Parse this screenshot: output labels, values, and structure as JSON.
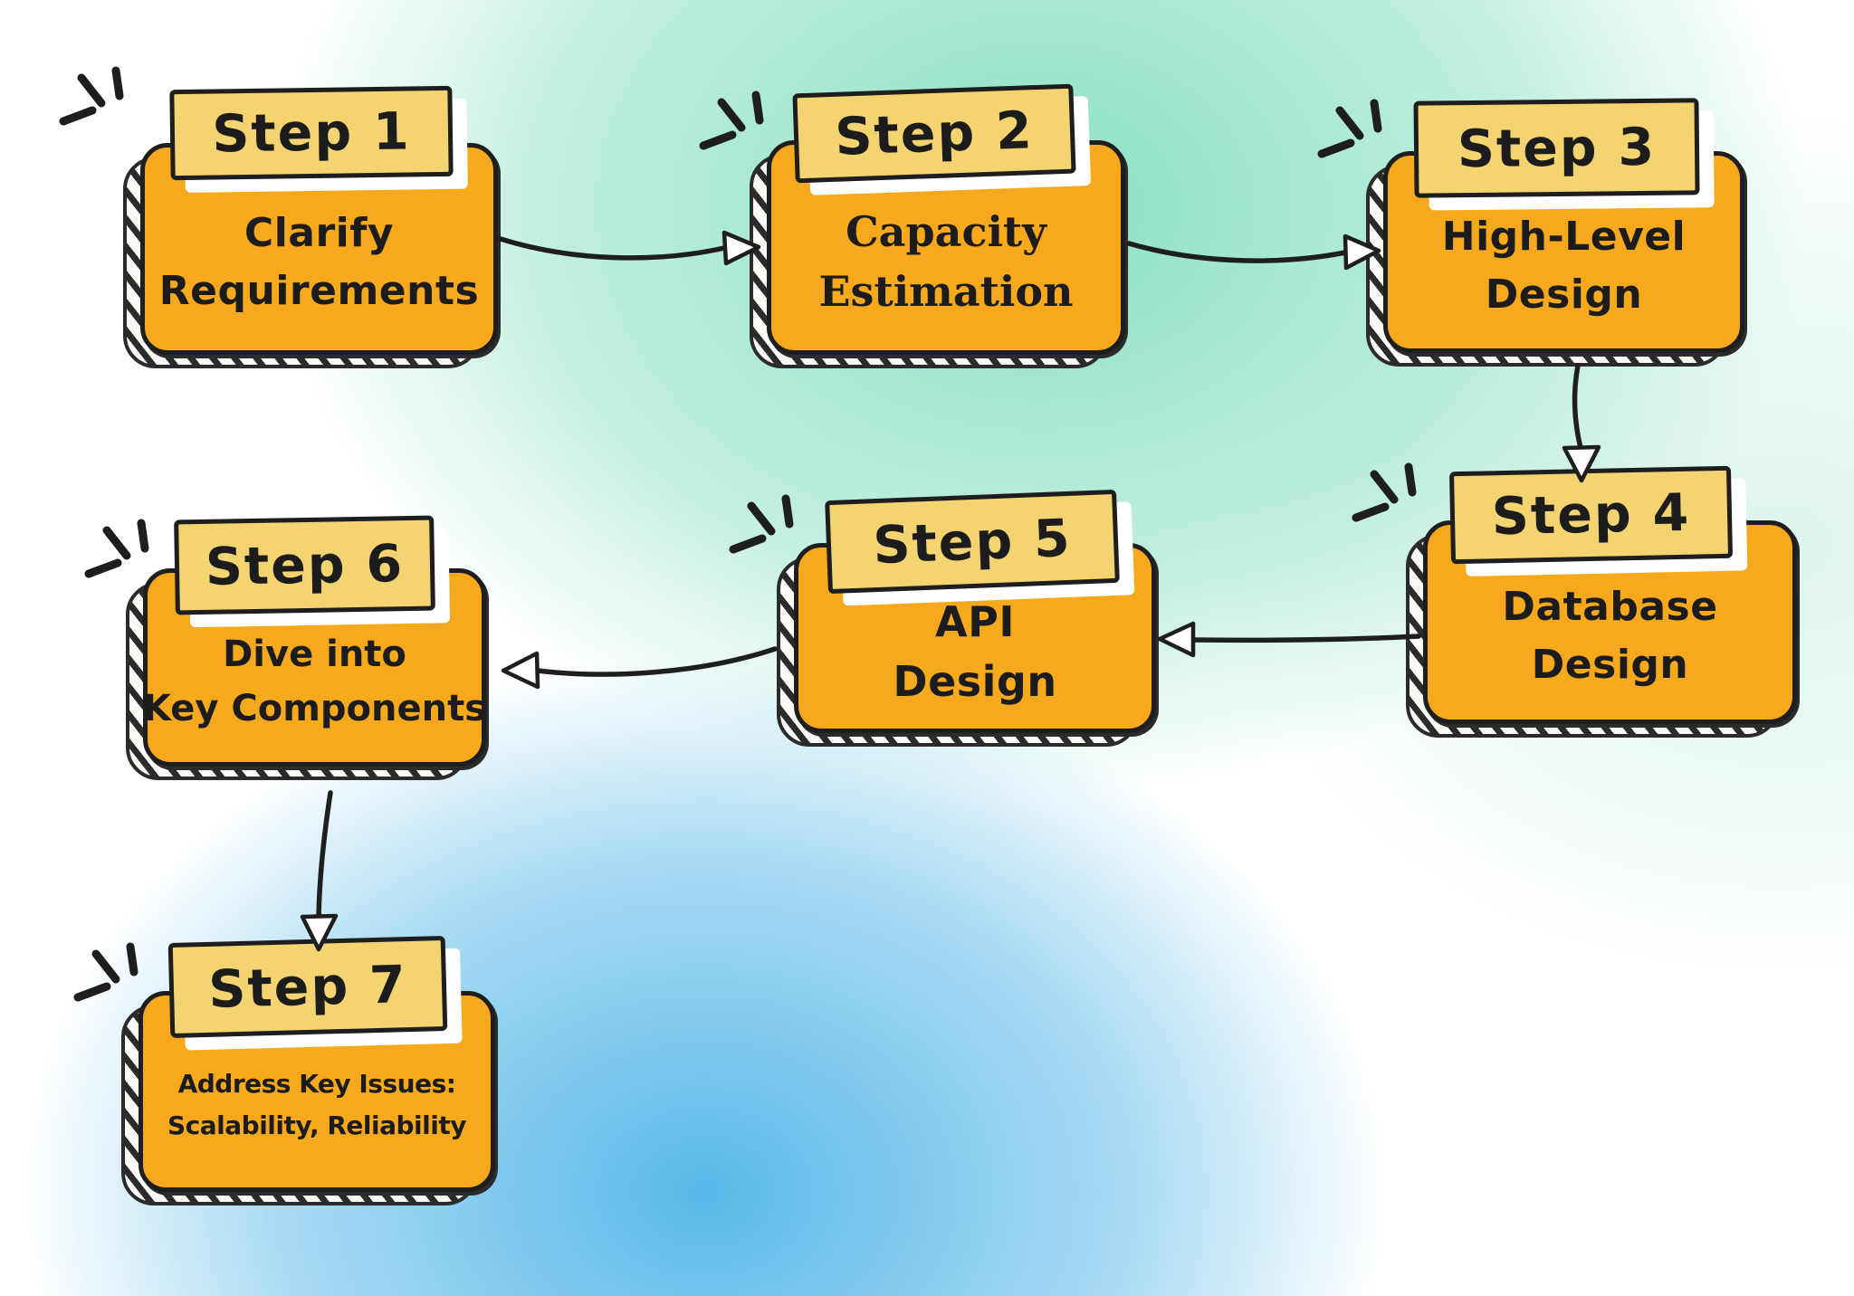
{
  "palette": {
    "box-fill": "#F6A91C",
    "tab-fill": "#F4D371",
    "ink": "#1E1E1E",
    "text": "#1C1C1C",
    "hatch-bg": "#FAFAF5",
    "bg-mint": "#8BE0C6",
    "bg-blue": "#59B9E9",
    "tab-shadow": "#FFFFFF"
  },
  "steps": [
    {
      "label": "Step 1",
      "lines": [
        "Clarify",
        "Requirements"
      ]
    },
    {
      "label": "Step 2",
      "lines": [
        "Capacity",
        "Estimation"
      ]
    },
    {
      "label": "Step 3",
      "lines": [
        "High-Level",
        "Design"
      ]
    },
    {
      "label": "Step 4",
      "lines": [
        "Database",
        "Design"
      ]
    },
    {
      "label": "Step 5",
      "lines": [
        "API",
        "Design"
      ]
    },
    {
      "label": "Step 6",
      "lines": [
        "Dive into",
        "Key Components"
      ]
    },
    {
      "label": "Step 7",
      "lines": [
        "Address Key Issues:",
        "Scalability, Reliability"
      ]
    }
  ],
  "connectors": [
    {
      "from": "Step 1",
      "to": "Step 2",
      "direction": "right"
    },
    {
      "from": "Step 2",
      "to": "Step 3",
      "direction": "right"
    },
    {
      "from": "Step 3",
      "to": "Step 4",
      "direction": "down"
    },
    {
      "from": "Step 4",
      "to": "Step 5",
      "direction": "left"
    },
    {
      "from": "Step 5",
      "to": "Step 6",
      "direction": "left"
    },
    {
      "from": "Step 6",
      "to": "Step 7",
      "direction": "down"
    }
  ]
}
